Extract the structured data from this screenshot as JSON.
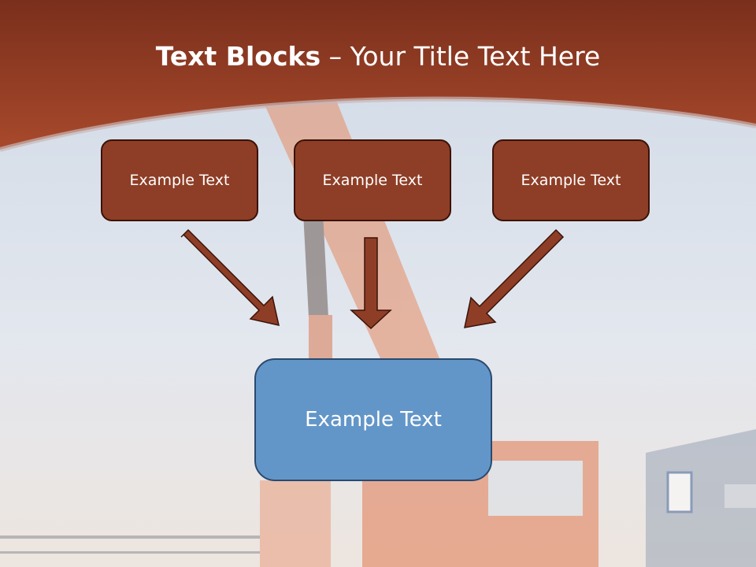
{
  "slide": {
    "title_bold": "Text Blocks",
    "title_dash": " – ",
    "title_rest": "Your Title Text Here"
  },
  "blocks": {
    "top": [
      {
        "label": "Example Text"
      },
      {
        "label": "Example Text"
      },
      {
        "label": "Example Text"
      }
    ],
    "bottom": {
      "label": "Example Text"
    }
  },
  "colors": {
    "header": "#8a3b23",
    "box_fill": "#8e3e26",
    "box_border": "#3a1208",
    "target_fill": "#6396c8",
    "target_border": "#2a4a6e",
    "arrow": "#8e3e26",
    "arrow_border": "#3a1208",
    "sky": "#dfe6ef"
  },
  "icons": {
    "arrow": "down-arrow-icon",
    "background": "crane-truck-photo"
  }
}
